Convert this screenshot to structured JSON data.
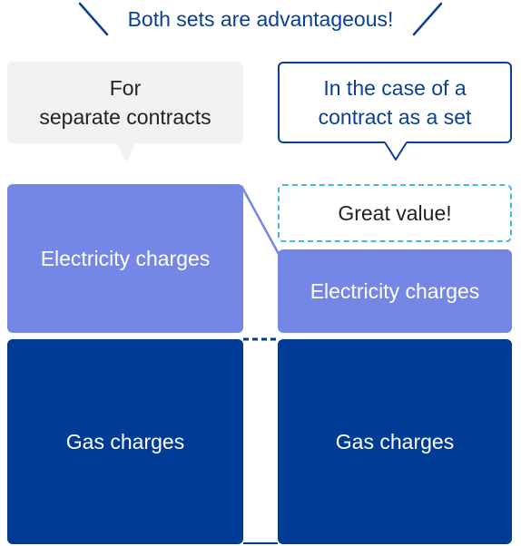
{
  "header": {
    "headline": "Both sets are advantageous!"
  },
  "separate": {
    "bubble_line1": "For",
    "bubble_line2": "separate contracts",
    "electricity_label": "Electricity charges",
    "gas_label": "Gas charges"
  },
  "set": {
    "bubble_line1": "In the case of a",
    "bubble_line2": "contract as a set",
    "savings_label": "Great value!",
    "electricity_label": "Electricity charges",
    "gas_label": "Gas charges"
  },
  "colors": {
    "accent_navy": "#0a3f96",
    "electricity_fill": "#7587e6",
    "gas_fill": "#003b95",
    "savings_border": "#3fb8e8",
    "bubble_gray": "#f2f2f2"
  }
}
